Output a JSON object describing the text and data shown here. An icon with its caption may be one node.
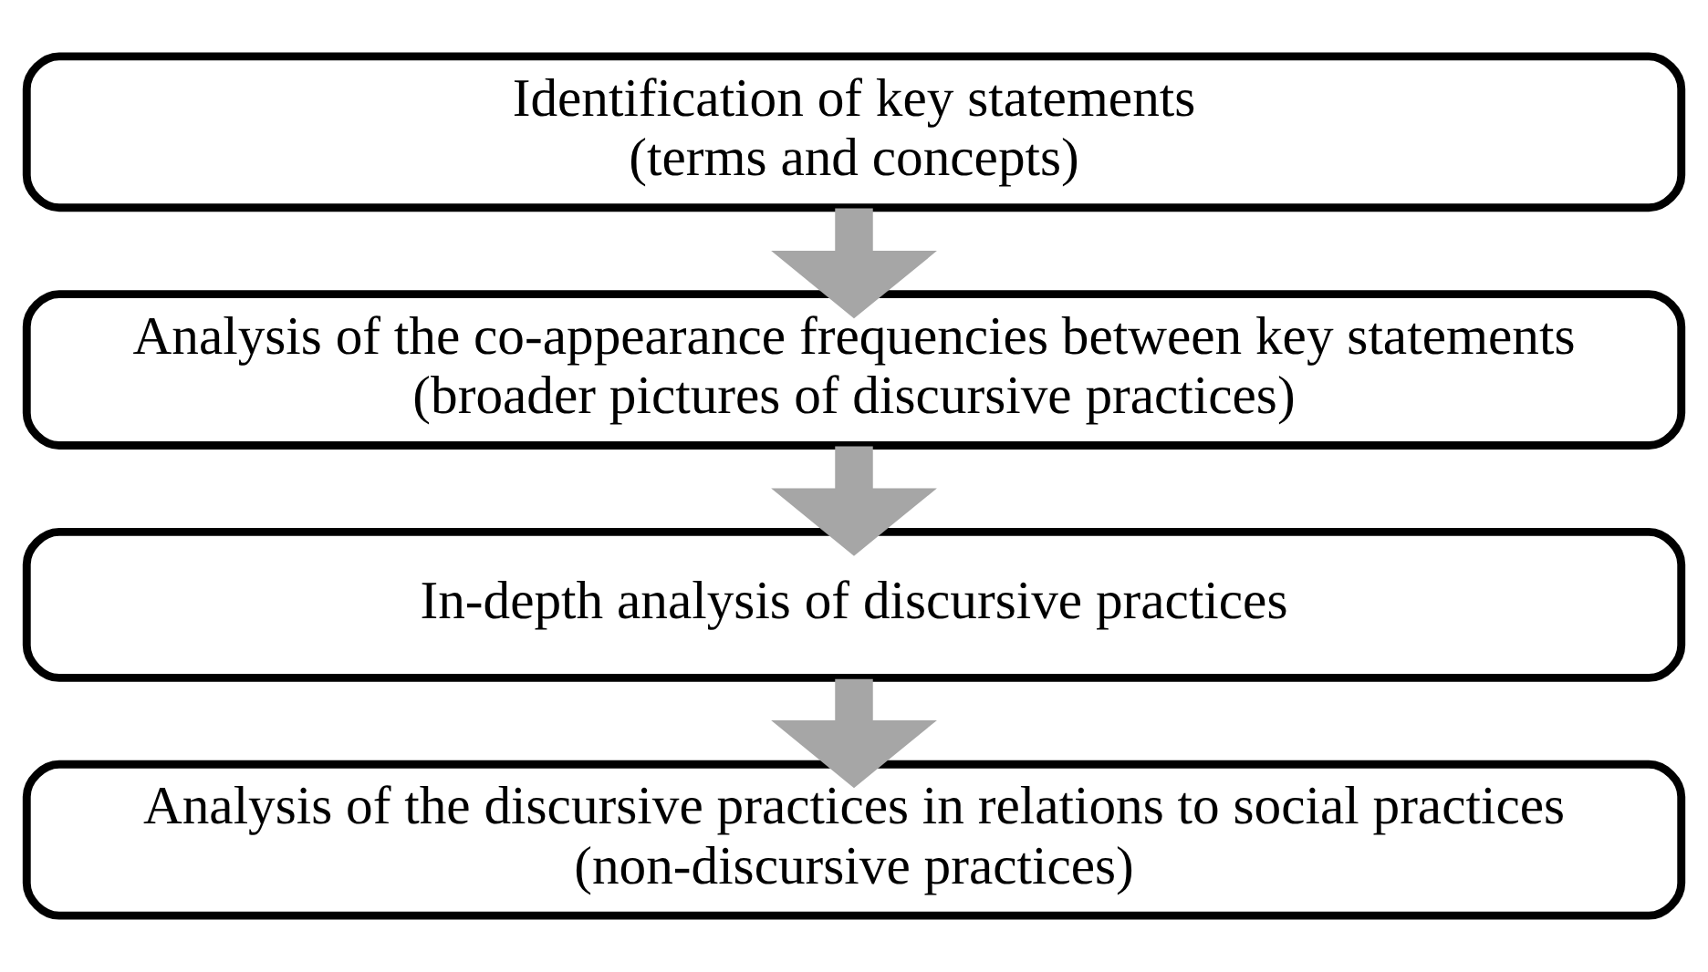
{
  "diagram": {
    "nodes": [
      {
        "text": [
          "Identification of key statements",
          "(terms and concepts)"
        ]
      },
      {
        "text": [
          "Analysis of the co-appearance frequencies between key statements",
          "(broader pictures of discursive practices)"
        ]
      },
      {
        "text": [
          "In-depth analysis of discursive practices"
        ]
      },
      {
        "text": [
          "Analysis of the discursive practices in relations to social practices",
          "(non-discursive practices)"
        ]
      }
    ],
    "edges": [
      {
        "from": 0,
        "to": 1,
        "arrow": "to"
      },
      {
        "from": 1,
        "to": 2,
        "arrow": "to"
      },
      {
        "from": 2,
        "to": 3,
        "arrow": "to"
      }
    ]
  }
}
